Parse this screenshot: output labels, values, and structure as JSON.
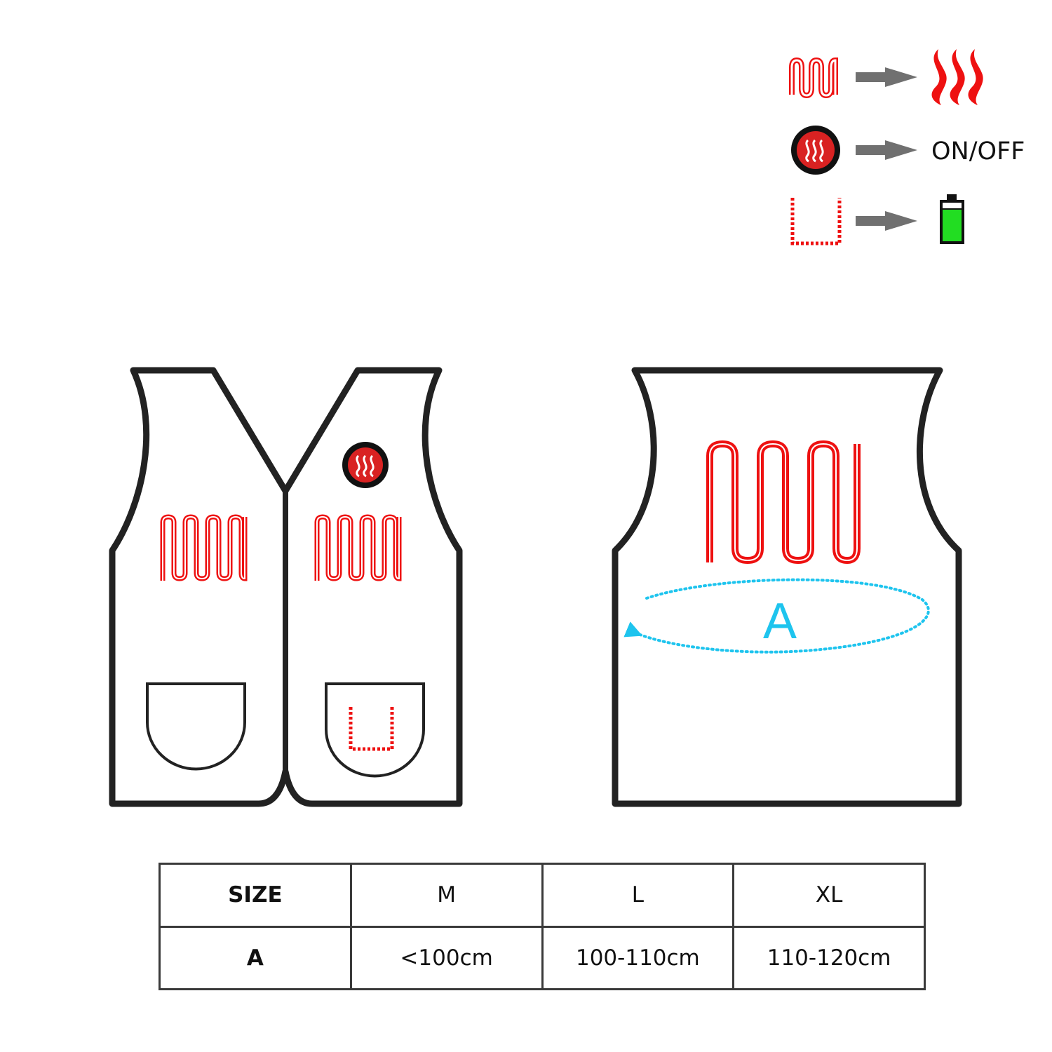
{
  "colors": {
    "heater": "#ee1111",
    "outline": "#222222",
    "arrow": "#707070",
    "battery_fill": "#22dd22",
    "measure": "#1ec4ee",
    "button_fill": "#d92222"
  },
  "legend": {
    "items": [
      {
        "symbol": "heating-element-icon",
        "meaning_icon": "heat-waves-icon",
        "text": ""
      },
      {
        "symbol": "power-button-icon",
        "meaning_icon": "",
        "text": "ON/OFF"
      },
      {
        "symbol": "battery-pocket-icon",
        "meaning_icon": "battery-icon",
        "text": ""
      }
    ]
  },
  "figures": {
    "front_view": {
      "parts": [
        "heating-element-icon",
        "heating-element-icon",
        "power-button-icon",
        "pocket",
        "pocket",
        "battery-pocket-icon"
      ]
    },
    "back_view": {
      "parts": [
        "heating-element-icon"
      ],
      "measure_label": "A"
    }
  },
  "size_table": {
    "header": [
      "SIZE",
      "M",
      "L",
      "XL"
    ],
    "rows": [
      [
        "A",
        "<100cm",
        "100-110cm",
        "110-120cm"
      ]
    ]
  }
}
